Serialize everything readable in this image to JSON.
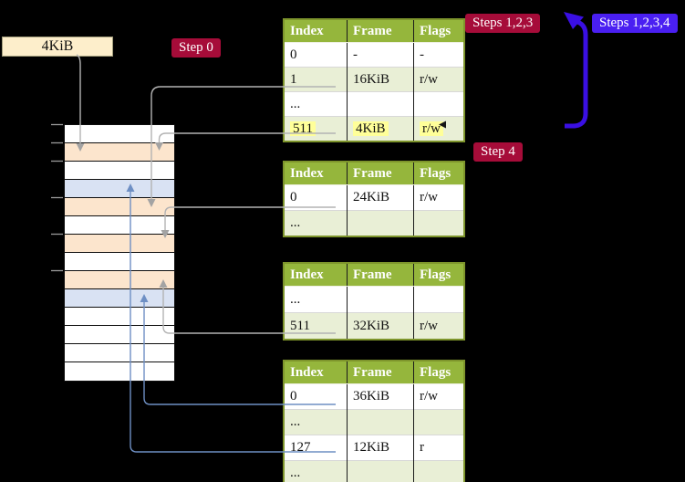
{
  "colors": {
    "background": "#000000",
    "table_border": "#7e952c",
    "table_header_bg": "#95b63c",
    "table_row_shaded": "#e9efd6",
    "red_label_bg": "#a60c39",
    "blue_label_bg": "#4a1ff2",
    "blue_arrow": "#3a0fe3",
    "gray_line": "#b3b3b3",
    "gray_arrowhead": "#a3a3a3",
    "blue_line": "#6e8fc4",
    "strip_white": "#ffffff",
    "strip_peach": "#fce5cd",
    "strip_blue": "#d9e2f3",
    "frame_label_bg": "#fdeecb",
    "highlight": "#ffff99"
  },
  "frame_size_label": "4KiB",
  "step_labels": {
    "step0": "Step 0",
    "steps123": "Steps 1,2,3",
    "steps1234": "Steps 1,2,3,4",
    "step4": "Step 4"
  },
  "memory_strip": {
    "rows": [
      "white",
      "peach",
      "white",
      "blue",
      "peach",
      "white",
      "peach",
      "white",
      "peach",
      "blue",
      "white",
      "white",
      "white",
      "white"
    ]
  },
  "page_tables": [
    {
      "name": "level-4-table",
      "headers": [
        "Index",
        "Frame",
        "Flags"
      ],
      "rows": [
        {
          "cells": [
            "0",
            "-",
            "-"
          ],
          "shaded": false,
          "highlight": false
        },
        {
          "cells": [
            "1",
            "16KiB",
            "r/w"
          ],
          "shaded": true,
          "highlight": false
        },
        {
          "cells": [
            "...",
            "",
            ""
          ],
          "shaded": false,
          "highlight": false
        },
        {
          "cells": [
            "511",
            "4KiB",
            "r/w"
          ],
          "shaded": true,
          "highlight": true
        }
      ]
    },
    {
      "name": "level-3-table",
      "headers": [
        "Index",
        "Frame",
        "Flags"
      ],
      "rows": [
        {
          "cells": [
            "0",
            "24KiB",
            "r/w"
          ],
          "shaded": false,
          "highlight": false
        },
        {
          "cells": [
            "...",
            "",
            ""
          ],
          "shaded": true,
          "highlight": false
        }
      ]
    },
    {
      "name": "level-2-table",
      "headers": [
        "Index",
        "Frame",
        "Flags"
      ],
      "rows": [
        {
          "cells": [
            "...",
            "",
            ""
          ],
          "shaded": false,
          "highlight": false
        },
        {
          "cells": [
            "511",
            "32KiB",
            "r/w"
          ],
          "shaded": true,
          "highlight": false
        }
      ]
    },
    {
      "name": "level-1-table",
      "headers": [
        "Index",
        "Frame",
        "Flags"
      ],
      "rows": [
        {
          "cells": [
            "0",
            "36KiB",
            "r/w"
          ],
          "shaded": false,
          "highlight": false
        },
        {
          "cells": [
            "...",
            "",
            ""
          ],
          "shaded": true,
          "highlight": false
        },
        {
          "cells": [
            "127",
            "12KiB",
            "r"
          ],
          "shaded": false,
          "highlight": false
        },
        {
          "cells": [
            "...",
            "",
            ""
          ],
          "shaded": true,
          "highlight": false
        }
      ]
    }
  ]
}
